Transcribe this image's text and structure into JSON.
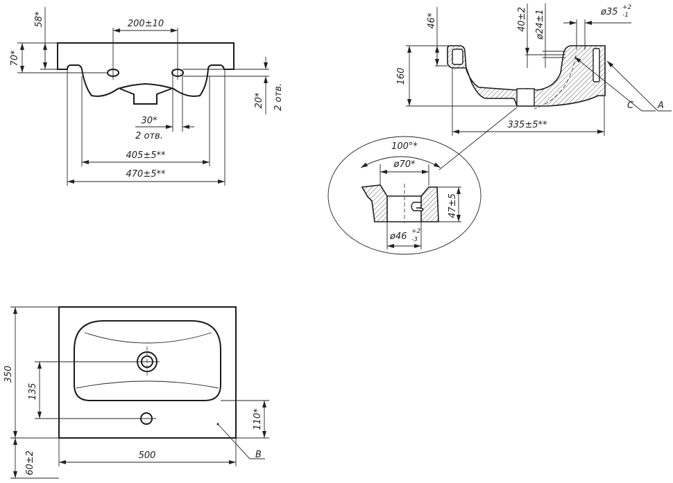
{
  "front_view": {
    "dim_hole_spacing": "200±10",
    "dim_58": "58*",
    "dim_70": "70*",
    "dim_20": "20*",
    "dim_2_holes_right": "2 отв.",
    "dim_30": "30*",
    "dim_2_holes_bottom": "2 отв.",
    "dim_405": "405±5**",
    "dim_470": "470±5**"
  },
  "side_view": {
    "dim_46": "46*",
    "dim_40": "40±2",
    "dim_24": "ø24±1",
    "dim_35": "ø35",
    "dim_35_tol_upper": "+2",
    "dim_35_tol_lower": "-1",
    "dim_160": "160",
    "dim_335": "335±5**",
    "label_c": "C",
    "label_a": "A"
  },
  "detail_view": {
    "dim_angle": "100°*",
    "dim_70": "ø70*",
    "dim_47": "47±5",
    "dim_46": "ø46",
    "dim_46_tol_upper": "+2",
    "dim_46_tol_lower": "-3"
  },
  "top_view": {
    "dim_350": "350",
    "dim_135": "135",
    "dim_110": "110*",
    "dim_60": "60±2",
    "dim_500": "500",
    "label_b": "B"
  }
}
